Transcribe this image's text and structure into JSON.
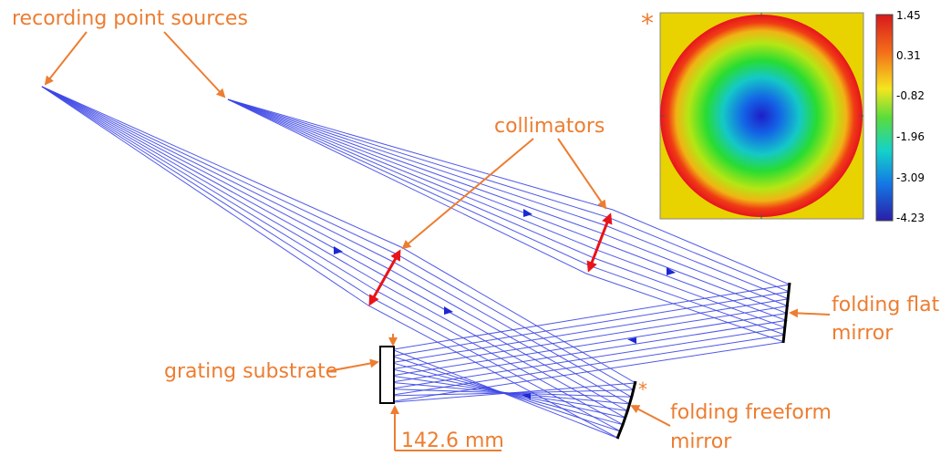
{
  "labels": {
    "recording_sources": "recording point sources",
    "collimators": "collimators",
    "folding_flat": [
      "folding flat",
      "mirror"
    ],
    "grating_substrate": "grating substrate",
    "folding_freeform": [
      "folding freeform",
      "mirror"
    ],
    "dimension": "142.6 mm",
    "asterisk": "*"
  },
  "colorbar": {
    "ticks": [
      "1.45",
      "0.31",
      "-0.82",
      "-1.96",
      "-3.09",
      "-4.23"
    ]
  },
  "colors": {
    "annotation": "#ed7d31",
    "rays": "#3c46e6",
    "collimator": "#e8131b",
    "map_background": "#e8d200"
  },
  "icons": [
    "arrow-icon",
    "double-arrow-icon",
    "asterisk-icon"
  ]
}
